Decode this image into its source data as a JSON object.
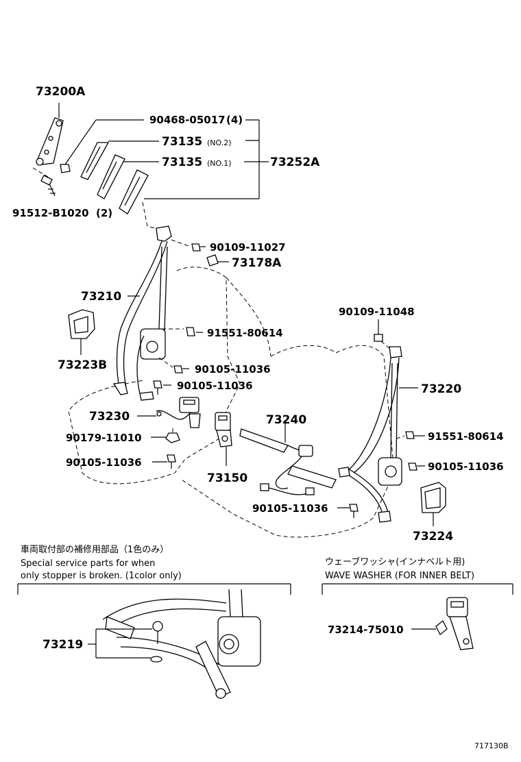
{
  "labels": {
    "p73200A": "73200A",
    "p90468": "90468-05017",
    "p90468_qty": "(4)",
    "p73135a": "73135",
    "p73135a_note": "(NO.2)",
    "p73135b": "73135",
    "p73135b_note": "(NO.1)",
    "p73252A": "73252A",
    "p91512": "91512-B1020",
    "p91512_qty": "(2)",
    "p90109_11027": "90109-11027",
    "p73178A": "73178A",
    "p73210": "73210",
    "p73223B": "73223B",
    "p91551_l": "91551-80614",
    "p90105_a": "90105-11036",
    "p90105_b": "90105-11036",
    "p73230": "73230",
    "p90179": "90179-11010",
    "p90105_c": "90105-11036",
    "p73150": "73150",
    "p73240": "73240",
    "p90105_d": "90105-11036",
    "p90109_11048": "90109-11048",
    "p73220": "73220",
    "p91551_r": "91551-80614",
    "p90105_e": "90105-11036",
    "p73224": "73224",
    "p73219": "73219",
    "p73214": "73214-75010"
  },
  "notes": {
    "left_jp": "車両取付部の補修用部品（1色のみ）",
    "left_en1": "Special service parts for when",
    "left_en2": "only stopper is broken. (1color only)",
    "right_jp": "ウェーブワッシャ(インナベルト用)",
    "right_en": "WAVE WASHER (FOR INNER BELT)"
  },
  "figure_id": "717130B"
}
